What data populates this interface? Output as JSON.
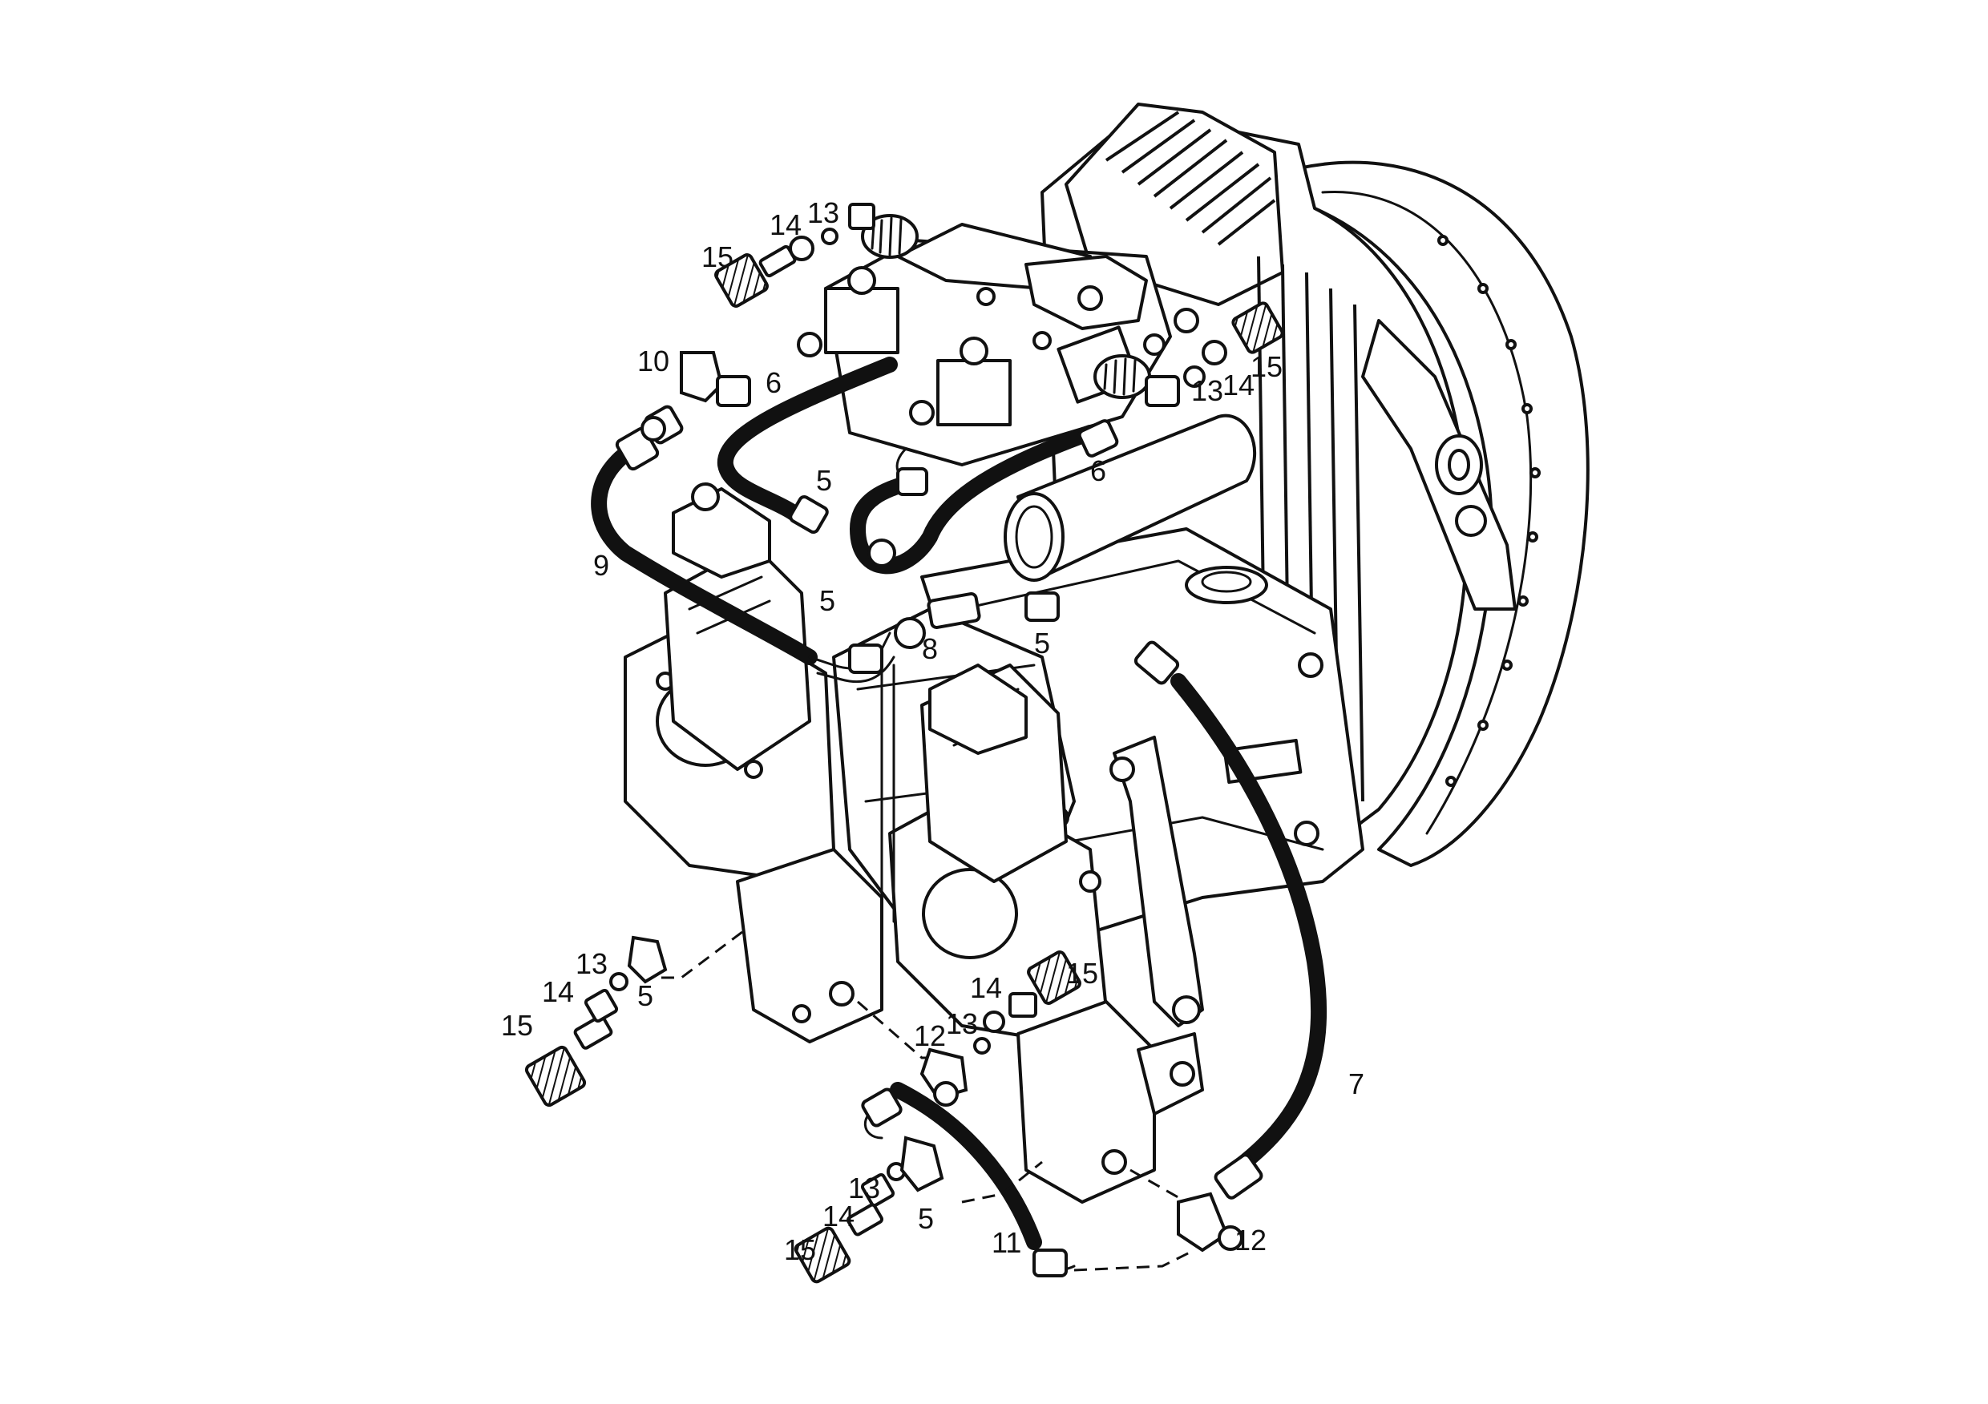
{
  "callouts": [
    {
      "label": "15"
    },
    {
      "label": "14"
    },
    {
      "label": "13"
    },
    {
      "label": "10"
    },
    {
      "label": "6"
    },
    {
      "label": "5"
    },
    {
      "label": "6"
    },
    {
      "label": "13"
    },
    {
      "label": "14"
    },
    {
      "label": "15"
    },
    {
      "label": "9"
    },
    {
      "label": "5"
    },
    {
      "label": "8"
    },
    {
      "label": "5"
    },
    {
      "label": "13"
    },
    {
      "label": "14"
    },
    {
      "label": "5"
    },
    {
      "label": "15"
    },
    {
      "label": "14"
    },
    {
      "label": "15"
    },
    {
      "label": "12"
    },
    {
      "label": "13"
    },
    {
      "label": "7"
    },
    {
      "label": "13"
    },
    {
      "label": "14"
    },
    {
      "label": "5"
    },
    {
      "label": "15"
    },
    {
      "label": "11"
    },
    {
      "label": "12"
    }
  ]
}
